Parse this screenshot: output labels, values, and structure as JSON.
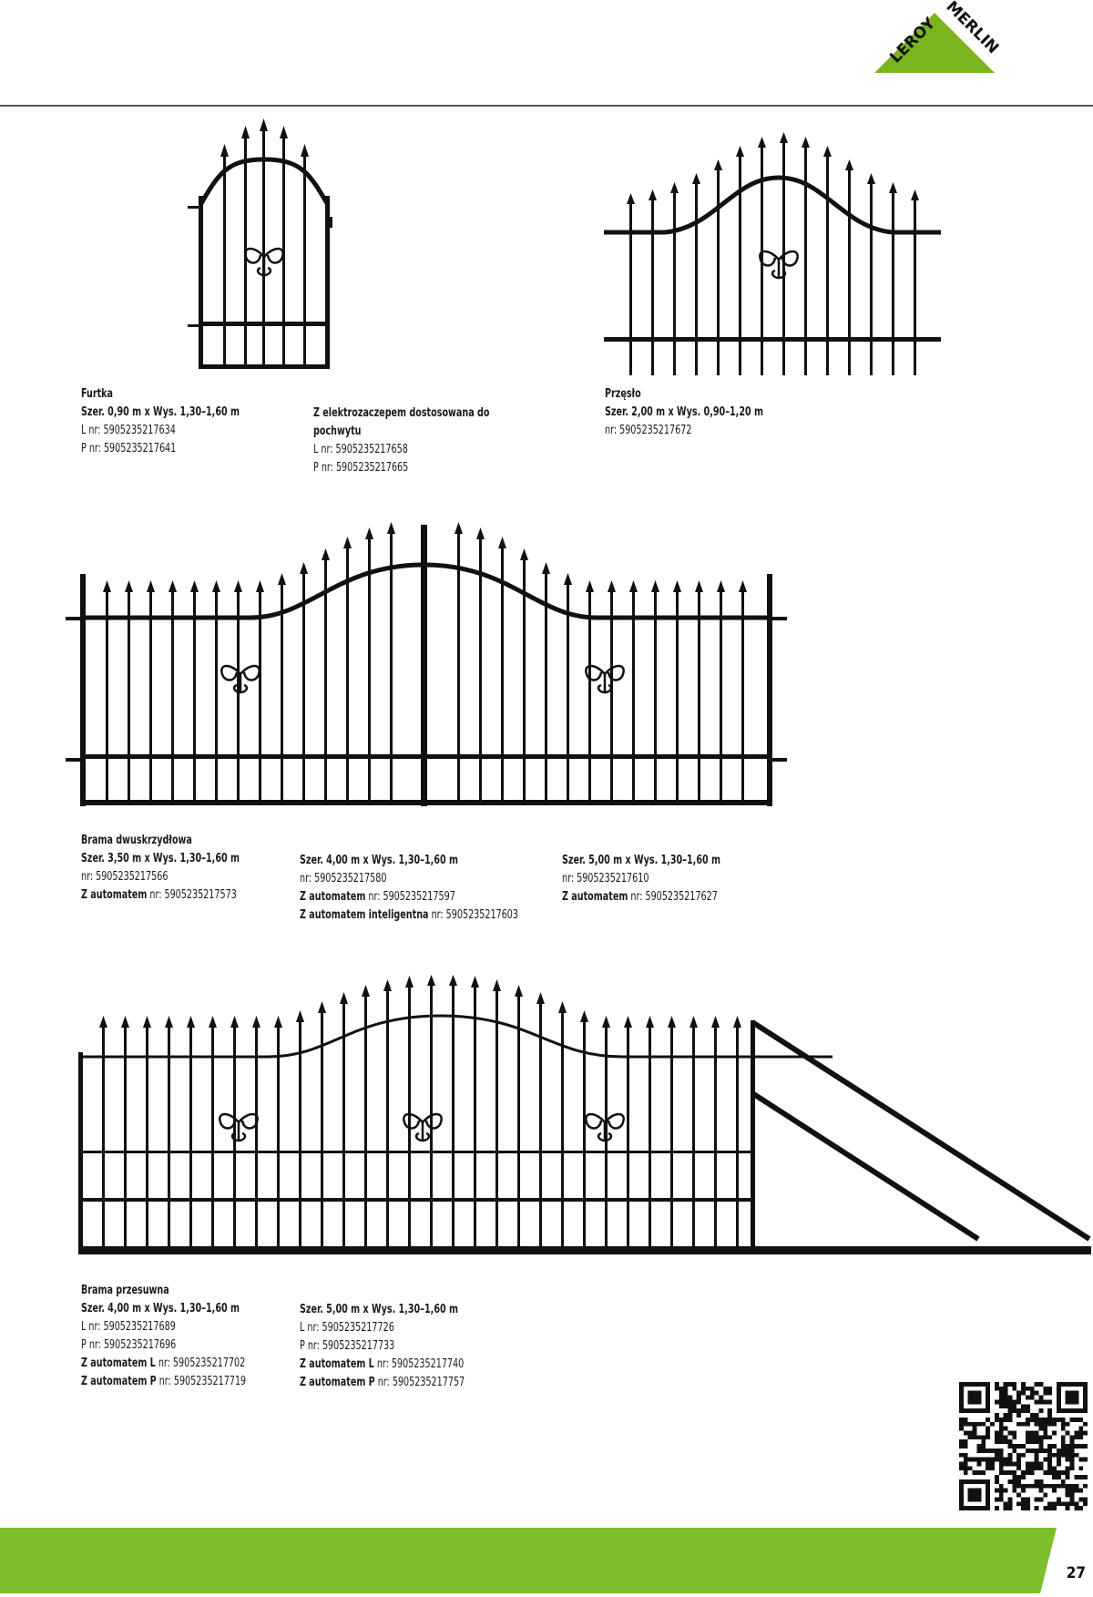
{
  "brand": {
    "logo_text": "LEROY MERLIN",
    "color": "#7ab51d"
  },
  "colors": {
    "footer": "#7cbf2a",
    "ink": "#111111"
  },
  "products": {
    "furtka": {
      "title": "Furtka",
      "size": "Szer. 0,90 m x Wys. 1,30–1,60 m",
      "codes": [
        "L nr: 5905235217634",
        "P nr: 5905235217641"
      ],
      "variant": {
        "title_lines": [
          "Z elektrozaczepem dostosowana do",
          "pochwytu"
        ],
        "codes": [
          "L nr: 5905235217658",
          "P nr: 5905235217665"
        ]
      }
    },
    "przeslo": {
      "title": "Przęsło",
      "size": "Szer. 2,00 m x Wys. 0,90–1,20 m",
      "codes": [
        "nr: 5905235217672"
      ]
    },
    "brama_dwuskrzydlowa": {
      "title": "Brama dwuskrzydłowa",
      "columns": [
        {
          "size": "Szer. 3,50 m x Wys. 1,30–1,60 m",
          "code": "nr: 5905235217566",
          "auto_label": "Z automatem",
          "auto_code": "nr: 5905235217573"
        },
        {
          "size": "Szer. 4,00 m x Wys. 1,30–1,60 m",
          "code": "nr:  5905235217580",
          "auto_label": "Z automatem",
          "auto_code": "nr: 5905235217597",
          "smart_label": "Z automatem inteligentna",
          "smart_code": "nr: 5905235217603"
        },
        {
          "size": "Szer. 5,00 m x Wys. 1,30–1,60 m",
          "code": "nr:  5905235217610",
          "auto_label": "Z automatem",
          "auto_code": "nr: 5905235217627"
        }
      ]
    },
    "brama_przesuwna": {
      "title": "Brama przesuwna",
      "columns": [
        {
          "size": "Szer. 4,00 m x Wys. 1,30–1,60 m",
          "l_code": "L nr: 5905235217689",
          "p_code": "P nr: 5905235217696",
          "auto_l_label": "Z automatem L",
          "auto_l_code": "nr: 5905235217702",
          "auto_p_label": "Z automatem P",
          "auto_p_code": "nr:  5905235217719"
        },
        {
          "size": "Szer. 5,00 m x Wys. 1,30–1,60 m",
          "l_code": "L nr: 5905235217726",
          "p_code": "P nr: 5905235217733",
          "auto_l_label": "Z automatem L",
          "auto_l_code": "nr: 5905235217740",
          "auto_p_label": "Z automatem P",
          "auto_p_code": "nr:  5905235217757"
        }
      ]
    }
  },
  "page_number": "27"
}
